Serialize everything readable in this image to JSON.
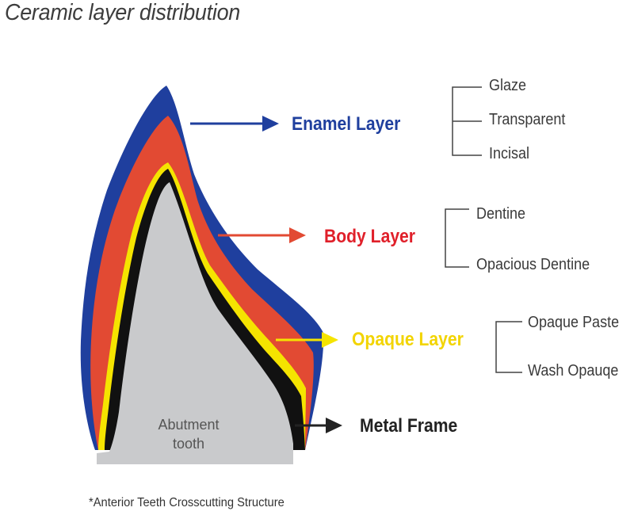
{
  "title": "Ceramic layer distribution",
  "colors": {
    "enamel": "#1f3f9e",
    "body": "#e24a33",
    "opaque": "#f5e400",
    "metal": "#111111",
    "abutment": "#c9cacc",
    "enamel_text": "#1f3f9e",
    "body_text": "#e0202a",
    "opaque_text": "#f2d400",
    "metal_text": "#222222"
  },
  "layers": {
    "enamel": {
      "label": "Enamel Layer",
      "items": [
        "Glaze",
        "Transparent",
        "Incisal"
      ]
    },
    "body": {
      "label": "Body Layer",
      "items": [
        "Dentine",
        "Opacious Dentine"
      ]
    },
    "opaque": {
      "label": "Opaque Layer",
      "items": [
        "Opaque Paste",
        "Wash Opauqe"
      ]
    },
    "metal": {
      "label": "Metal Frame"
    }
  },
  "abutment": {
    "line1": "Abutment",
    "line2": "tooth"
  },
  "footnote": "*Anterior Teeth Crosscutting Structure"
}
